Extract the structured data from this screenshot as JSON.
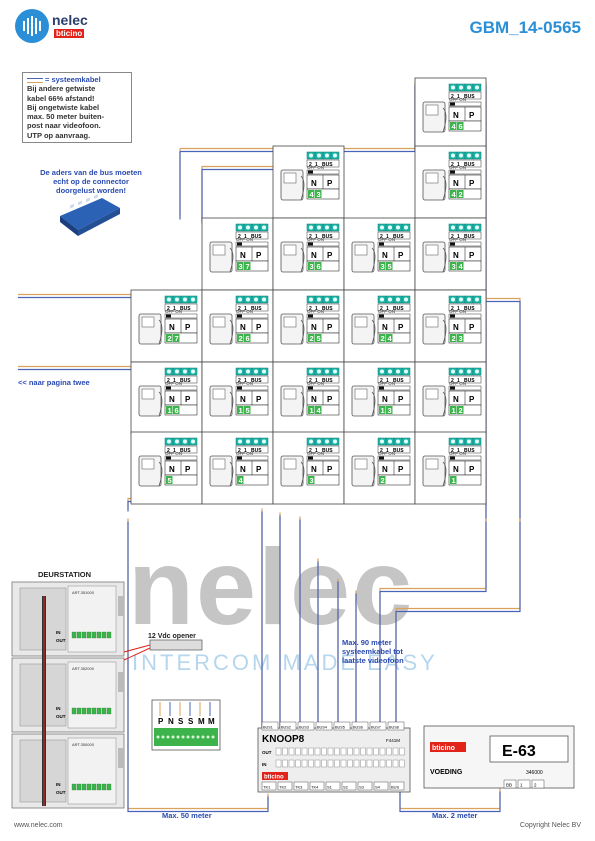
{
  "header": {
    "brand": "nelec",
    "sub_brand": "bticino",
    "doc_code": "GBM_14-0565"
  },
  "legend": {
    "line1": "= systeemkabel",
    "lines": [
      "Bij andere getwiste",
      "kabel 66% afstand!",
      "Bij ongetwiste kabel",
      "max. 50 meter buiten-",
      "post naar videofoon.",
      "UTP op aanvraag."
    ]
  },
  "notes": {
    "bus_note": [
      "De aders van de bus moeten",
      "echt op de connector",
      "doorgelust worden!"
    ],
    "page_two": "<< naar pagina twee",
    "door_station": "DEURSTATION",
    "opener": "12 Vdc opener",
    "max90": [
      "Max. 90 meter",
      "systeemkabel tot",
      "laatste videofoon"
    ],
    "max50": "Max. 50 meter",
    "max2": "Max. 2 meter"
  },
  "units": {
    "terminal_labels": [
      "2",
      "1",
      "BUS"
    ],
    "switch_label": "OFF ON",
    "np_labels": [
      "N",
      "P"
    ],
    "rows": [
      [
        "46"
      ],
      [
        "43",
        "42"
      ],
      [
        "37",
        "36",
        "35",
        "34"
      ],
      [
        "27",
        "26",
        "25",
        "24",
        "23"
      ],
      [
        "16",
        "15",
        "14",
        "13",
        "12"
      ],
      [
        "5",
        "4",
        "3",
        "2",
        "1"
      ]
    ]
  },
  "door_modules": {
    "module_codes": [
      "ART.351000",
      "ART.352000",
      "ART.350000"
    ],
    "in_label": "IN",
    "out_label": "OUT",
    "connector_pins": [
      "P",
      "N",
      "S",
      "S",
      "M",
      "M"
    ]
  },
  "knoop": {
    "title": "KNOOP8",
    "brand": "bticino",
    "code": "F441M",
    "bus_terms": [
      "BUS1",
      "BUS2",
      "BUS3",
      "BUS4",
      "BUS5",
      "BUS6",
      "BUS7",
      "BUS8"
    ],
    "row_labels": [
      "OUT",
      "IN"
    ],
    "bottom_terms": [
      "TK1",
      "TK2",
      "TK3",
      "TK4",
      "S1",
      "S2",
      "S3",
      "S4",
      "BUS"
    ]
  },
  "power": {
    "brand": "bticino",
    "model": "E-63",
    "label": "VOEDING",
    "code": "346000",
    "terms": [
      "BB",
      "1",
      "2"
    ]
  },
  "footer": {
    "left": "www.nelec.com",
    "right": "Copyright Nelec BV"
  },
  "watermark": {
    "big": "nelec",
    "sub": "INTERCOM MADE EASY"
  },
  "colors": {
    "accent_blue": "#2a8fd6",
    "bus_orange": "#d9a15a",
    "bus_blue": "#4a63b8",
    "terminal_teal": "#1fb5a8",
    "label_green": "#3cb44b"
  }
}
